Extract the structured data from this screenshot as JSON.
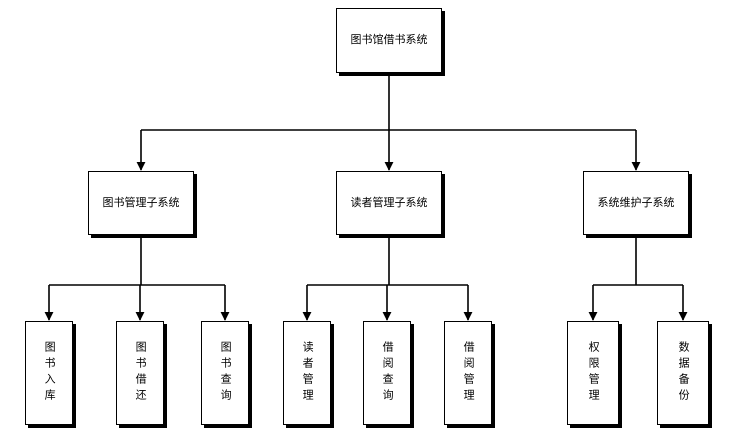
{
  "root": {
    "label": "图书馆借书系统"
  },
  "subsystems": [
    {
      "label": "图书管理子系统",
      "modules": [
        "图书入库",
        "图书借还",
        "图书查询"
      ]
    },
    {
      "label": "读者管理子系统",
      "modules": [
        "读者管理",
        "借阅查询",
        "借阅管理"
      ]
    },
    {
      "label": "系统维护子系统",
      "modules": [
        "权限管理",
        "数据备份"
      ]
    }
  ],
  "colors": {
    "line": "#000000",
    "box_fill": "#ffffff",
    "box_border": "#000000"
  }
}
